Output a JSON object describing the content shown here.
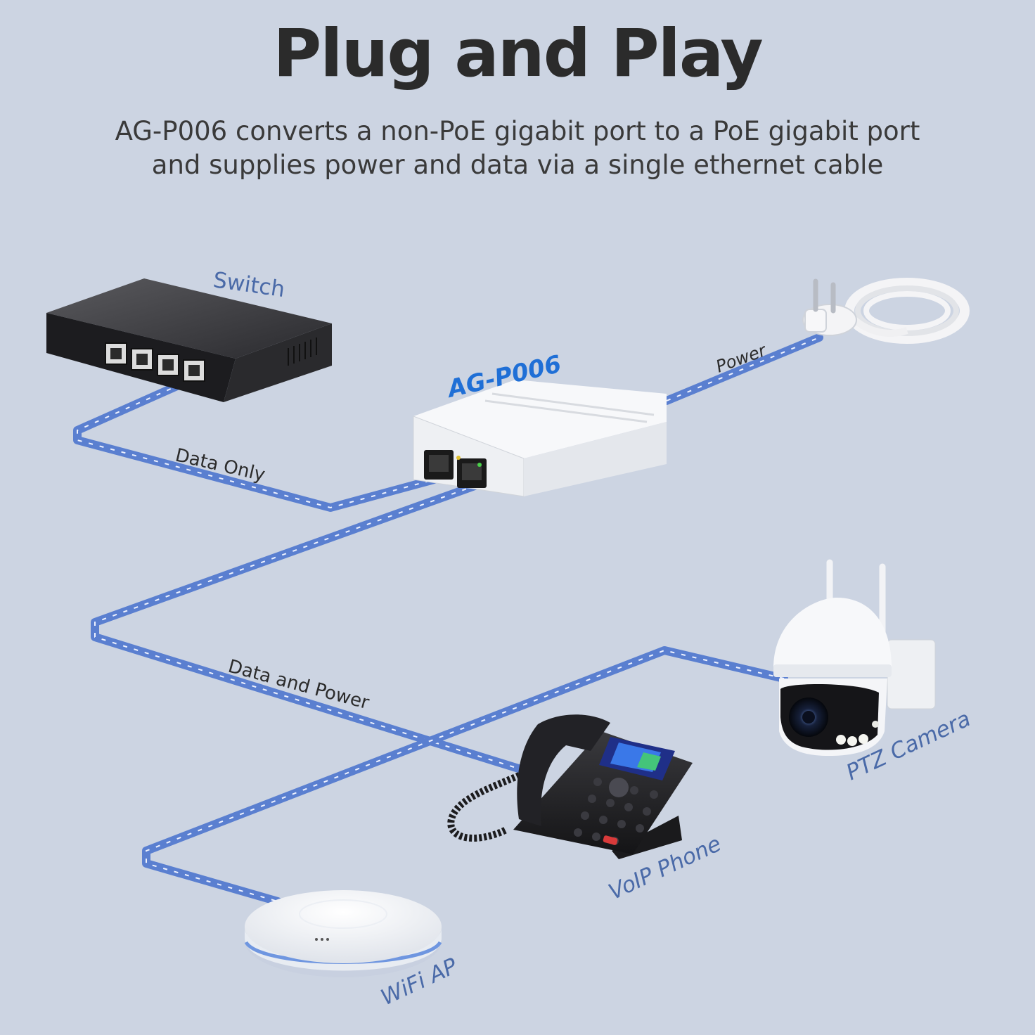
{
  "title": "Plug and Play",
  "subtitle": {
    "line1": "AG-P006 converts a non-PoE gigabit port to a PoE gigabit port",
    "line2": "and supplies power and data via a single ethernet cable"
  },
  "devices": {
    "switch": "Switch",
    "injector": "AG-P006",
    "camera": "PTZ Camera",
    "phone": "VoIP Phone",
    "ap": "WiFi AP"
  },
  "links": {
    "data_only": "Data Only",
    "power": "Power",
    "data_and_power": "Data and Power"
  },
  "colors": {
    "background": "#ccd4e2",
    "cable": "#5a7fd0",
    "label_blue": "#4a6aa8",
    "accent": "#1f6fd6"
  }
}
